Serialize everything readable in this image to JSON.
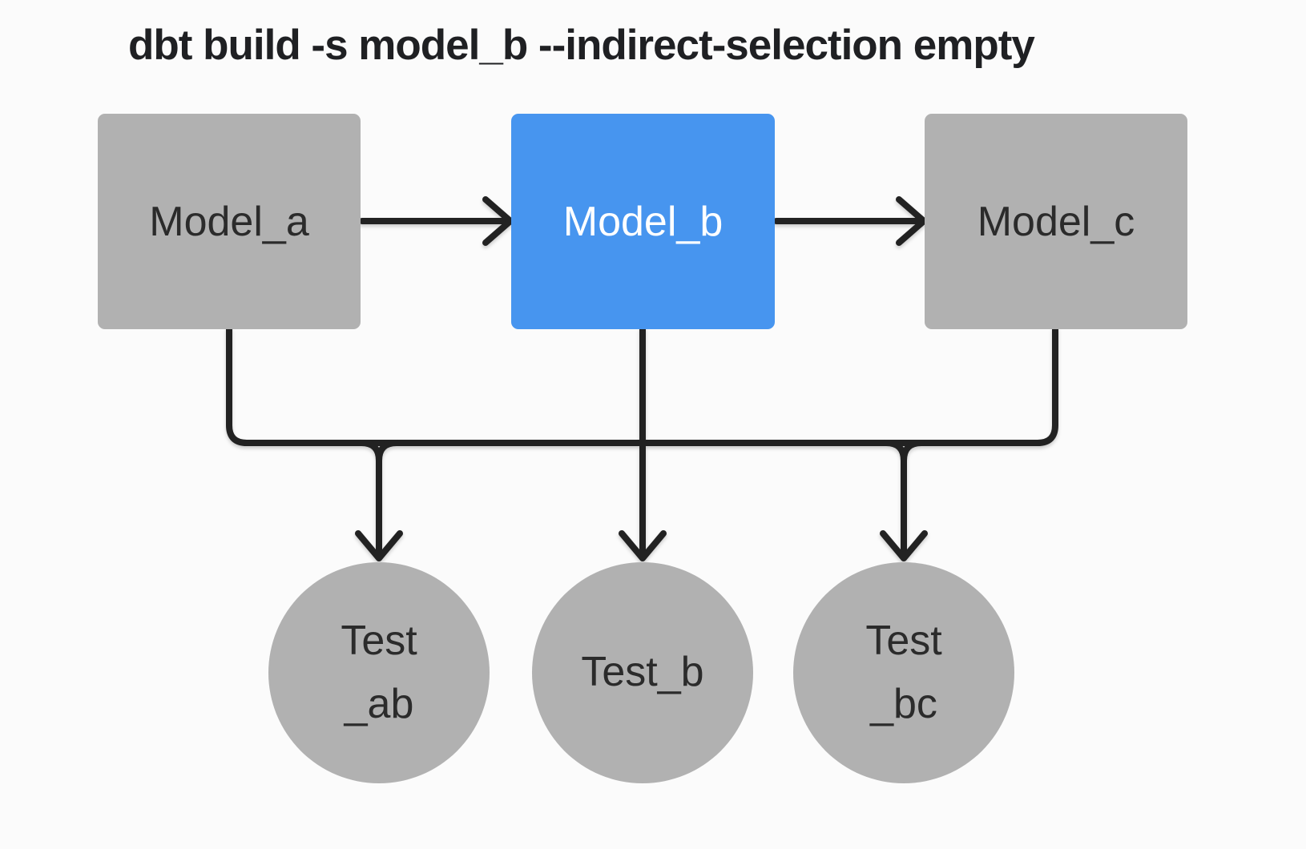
{
  "title": "dbt build -s model_b --indirect-selection empty",
  "nodes": {
    "model_a": {
      "label": "Model_a",
      "shape": "square",
      "selected": false
    },
    "model_b": {
      "label": "Model_b",
      "shape": "square",
      "selected": true
    },
    "model_c": {
      "label": "Model_c",
      "shape": "square",
      "selected": false
    },
    "test_ab": {
      "label": "Test _ab",
      "line1": "Test",
      "line2": "_ab",
      "shape": "circle",
      "selected": false
    },
    "test_b": {
      "label": "Test_b",
      "line1": "Test_b",
      "shape": "circle",
      "selected": false
    },
    "test_bc": {
      "label": "Test _bc",
      "line1": "Test",
      "line2": "_bc",
      "shape": "circle",
      "selected": false
    }
  },
  "edges": [
    {
      "from": "model_a",
      "to": "model_b",
      "style": "arrow-right"
    },
    {
      "from": "model_b",
      "to": "model_c",
      "style": "arrow-right"
    },
    {
      "from": [
        "model_a",
        "model_b",
        "model_c"
      ],
      "to": [
        "test_ab",
        "test_b",
        "test_bc"
      ],
      "style": "shared-bus-arrows-down"
    }
  ],
  "colors": {
    "background": "#fbfbfb",
    "accent_blue": "#4795ef",
    "node_gray": "#b1b1b1",
    "line": "#222222",
    "title_text": "#1f2023",
    "node_text": "#2b2b2b",
    "selected_text": "#ffffff"
  }
}
